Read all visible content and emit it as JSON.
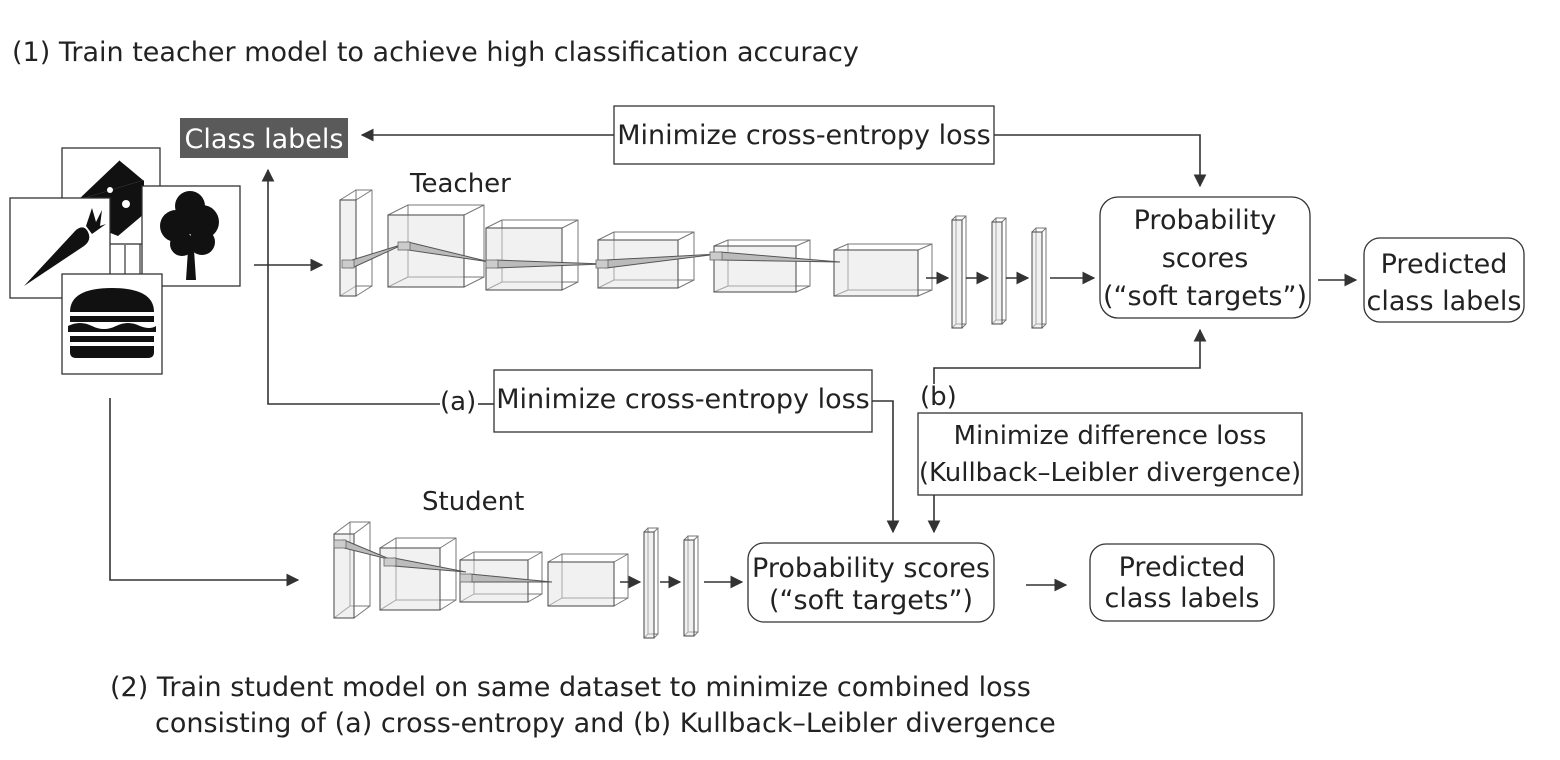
{
  "captions": {
    "step1": "(1) Train teacher model to achieve high classification accuracy",
    "step2_line1": "(2) Train student model on same dataset to minimize combined loss",
    "step2_line2": "consisting of (a) cross-entropy and (b) Kullback–Leibler divergence"
  },
  "labels": {
    "class_labels": "Class labels",
    "teacher": "Teacher",
    "student": "Student",
    "tag_a": "(a)",
    "tag_b": "(b)"
  },
  "boxes": {
    "teacher_loss": "Minimize cross-entropy loss",
    "student_ce_loss": "Minimize cross-entropy loss",
    "kl_loss_line1": "Minimize difference loss",
    "kl_loss_line2": "(Kullback–Leibler divergence)",
    "teacher_prob_line1": "Probability",
    "teacher_prob_line2": "scores",
    "teacher_prob_line3": "(“soft targets”)",
    "teacher_pred_line1": "Predicted",
    "teacher_pred_line2": "class labels",
    "student_prob_line1": "Probability scores",
    "student_prob_line2": "(“soft targets”)",
    "student_pred_line1": "Predicted",
    "student_pred_line2": "class labels"
  },
  "dataset_images": [
    "cheese-icon",
    "tree-icon",
    "carrot-icon",
    "burger-icon"
  ],
  "colors": {
    "class_labels_bg": "#5a5a5a",
    "class_labels_text": "#ffffff",
    "ink": "#222222"
  }
}
